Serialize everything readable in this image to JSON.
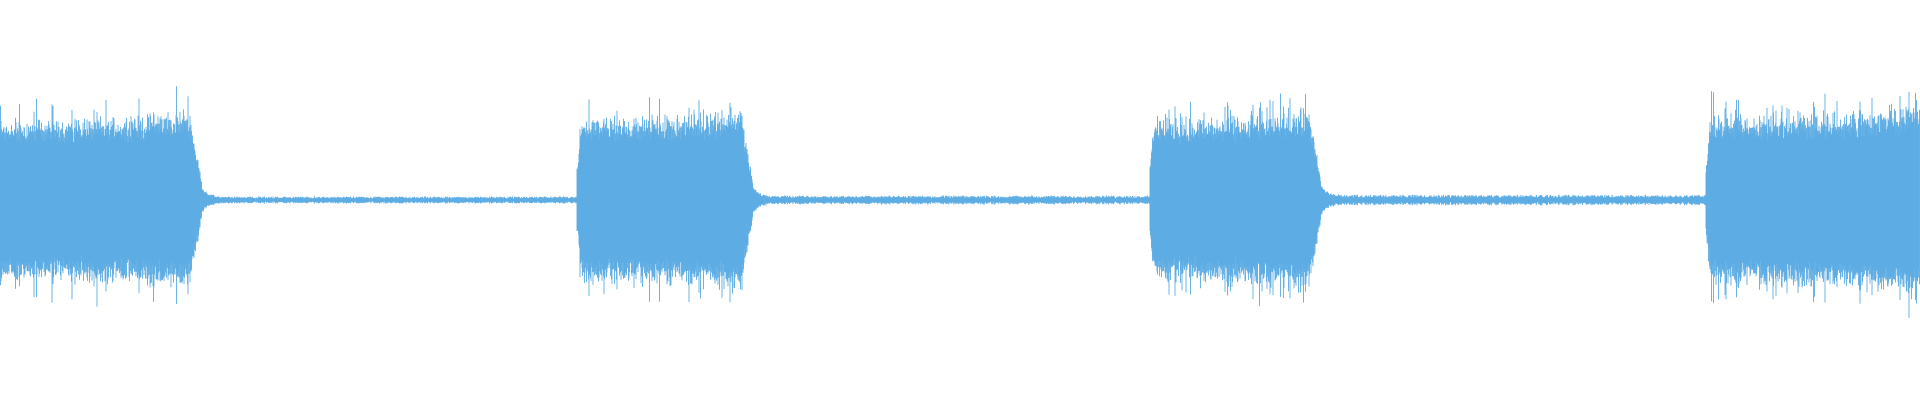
{
  "chart_data": {
    "type": "waveform",
    "title": "",
    "color": "#5DACE3",
    "background": "#FFFFFF",
    "amplitude_range": [
      -1,
      1
    ],
    "time_range": [
      0,
      1
    ],
    "segments": [
      {
        "kind": "burst",
        "start": 0.0,
        "end": 0.105,
        "level": 0.39,
        "peak": 0.48
      },
      {
        "kind": "quiet",
        "start": 0.105,
        "end": 0.301,
        "level": 0.012
      },
      {
        "kind": "burst",
        "start": 0.301,
        "end": 0.392,
        "level": 0.4,
        "peak": 0.49
      },
      {
        "kind": "quiet",
        "start": 0.392,
        "end": 0.599,
        "level": 0.015
      },
      {
        "kind": "burst",
        "start": 0.599,
        "end": 0.688,
        "level": 0.39,
        "peak": 0.49
      },
      {
        "kind": "quiet",
        "start": 0.688,
        "end": 0.889,
        "level": 0.018
      },
      {
        "kind": "burst",
        "start": 0.889,
        "end": 1.0,
        "level": 0.41,
        "peak": 0.5
      }
    ],
    "grid": false,
    "legend": "none"
  }
}
